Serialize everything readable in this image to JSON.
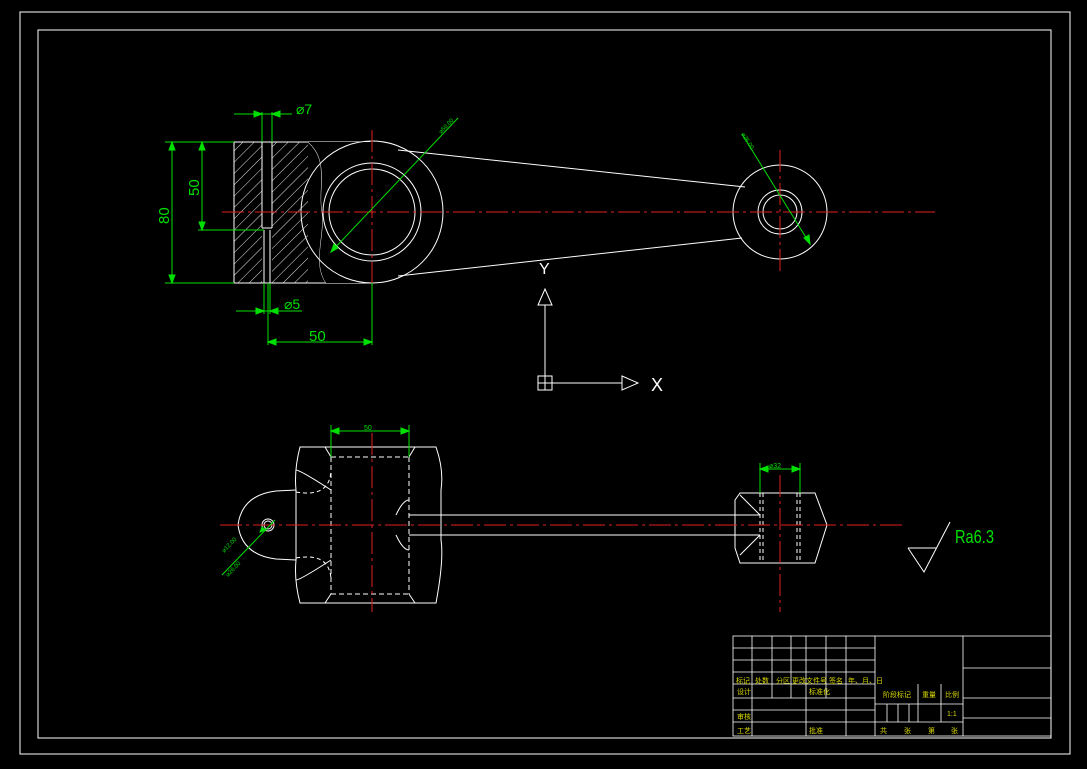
{
  "colors": {
    "background": "#000000",
    "outline": "#ffffff",
    "dimension": "#00e000",
    "centerline": "#e02020",
    "title_block_text": "#d8d800"
  },
  "dims": {
    "d7": "⌀7",
    "d5": "⌀5",
    "h80": "80",
    "h50": "50",
    "w50": "50",
    "big_bore_leader": "⌀50.00",
    "small_bore_leader": "⌀26.00",
    "bottom_width_top": "50",
    "small_end_width": "⌀32",
    "hole_leader_1": "⌀12.00",
    "hole_leader_2": "⌀26.00"
  },
  "ucs": {
    "x": "X",
    "y": "Y"
  },
  "roughness": "Ra6.3",
  "title_block": {
    "header_row": [
      "标记",
      "处数",
      "分区",
      "更改文件号",
      "签名",
      "年、月、日"
    ],
    "sheji": "设计",
    "biaozhunhua": "标准化",
    "shenhe": "审核",
    "gongyi": "工艺",
    "pizhun": "批准",
    "jieduan": "阶段标记",
    "zhongliang": "重量",
    "bili": "比例",
    "scale": "1:1",
    "gong": "共",
    "zhang1": "张",
    "di": "第",
    "zhang2": "张"
  }
}
